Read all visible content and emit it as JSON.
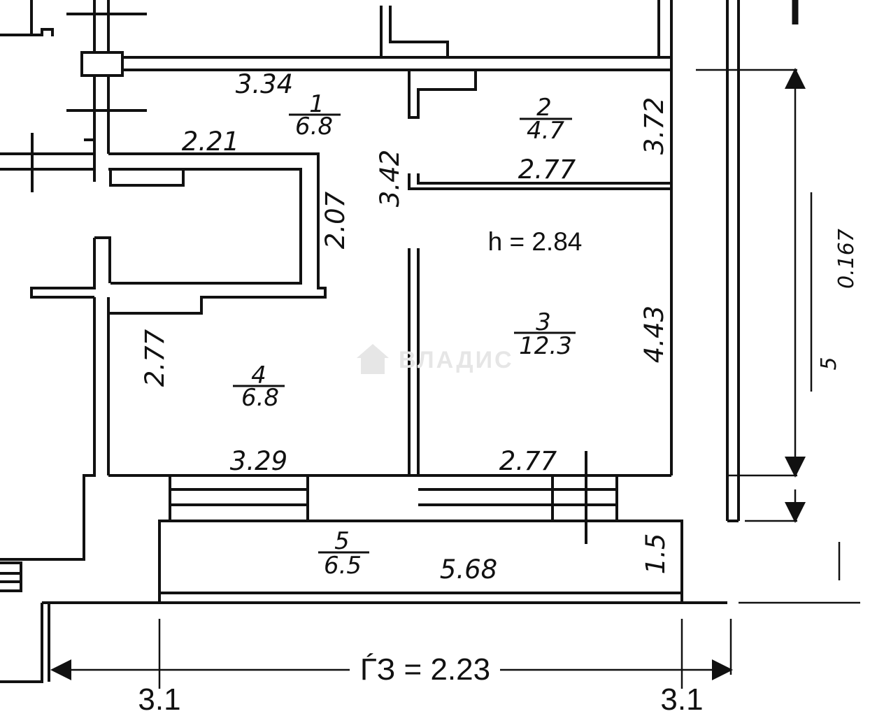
{
  "rooms": [
    {
      "number": "1",
      "area": "6.8"
    },
    {
      "number": "2",
      "area": "4.7"
    },
    {
      "number": "3",
      "area": "12.3"
    },
    {
      "number": "4",
      "area": "6.8"
    },
    {
      "number": "5",
      "area": "6.5"
    }
  ],
  "dimensions": {
    "room1_top": "3.34",
    "room1_bottom": "2.21",
    "room1_side": "3.42",
    "niche_side": "2.07",
    "room2_side": "3.72",
    "room2_bottom": "2.77",
    "room3_side": "4.43",
    "room3_bottom": "2.77",
    "room4_side": "2.77",
    "room4_bottom": "3.29",
    "balcony_length": "5.68",
    "balcony_depth": "1.5"
  },
  "ceiling_height": "h = 2.84",
  "axis": {
    "label": "ЃЗ = 2.23",
    "left_mark": "3.1",
    "right_mark": "3.1"
  },
  "side_mark": {
    "a": "5",
    "b": "0.167"
  },
  "watermark": "ВЛАДИС"
}
